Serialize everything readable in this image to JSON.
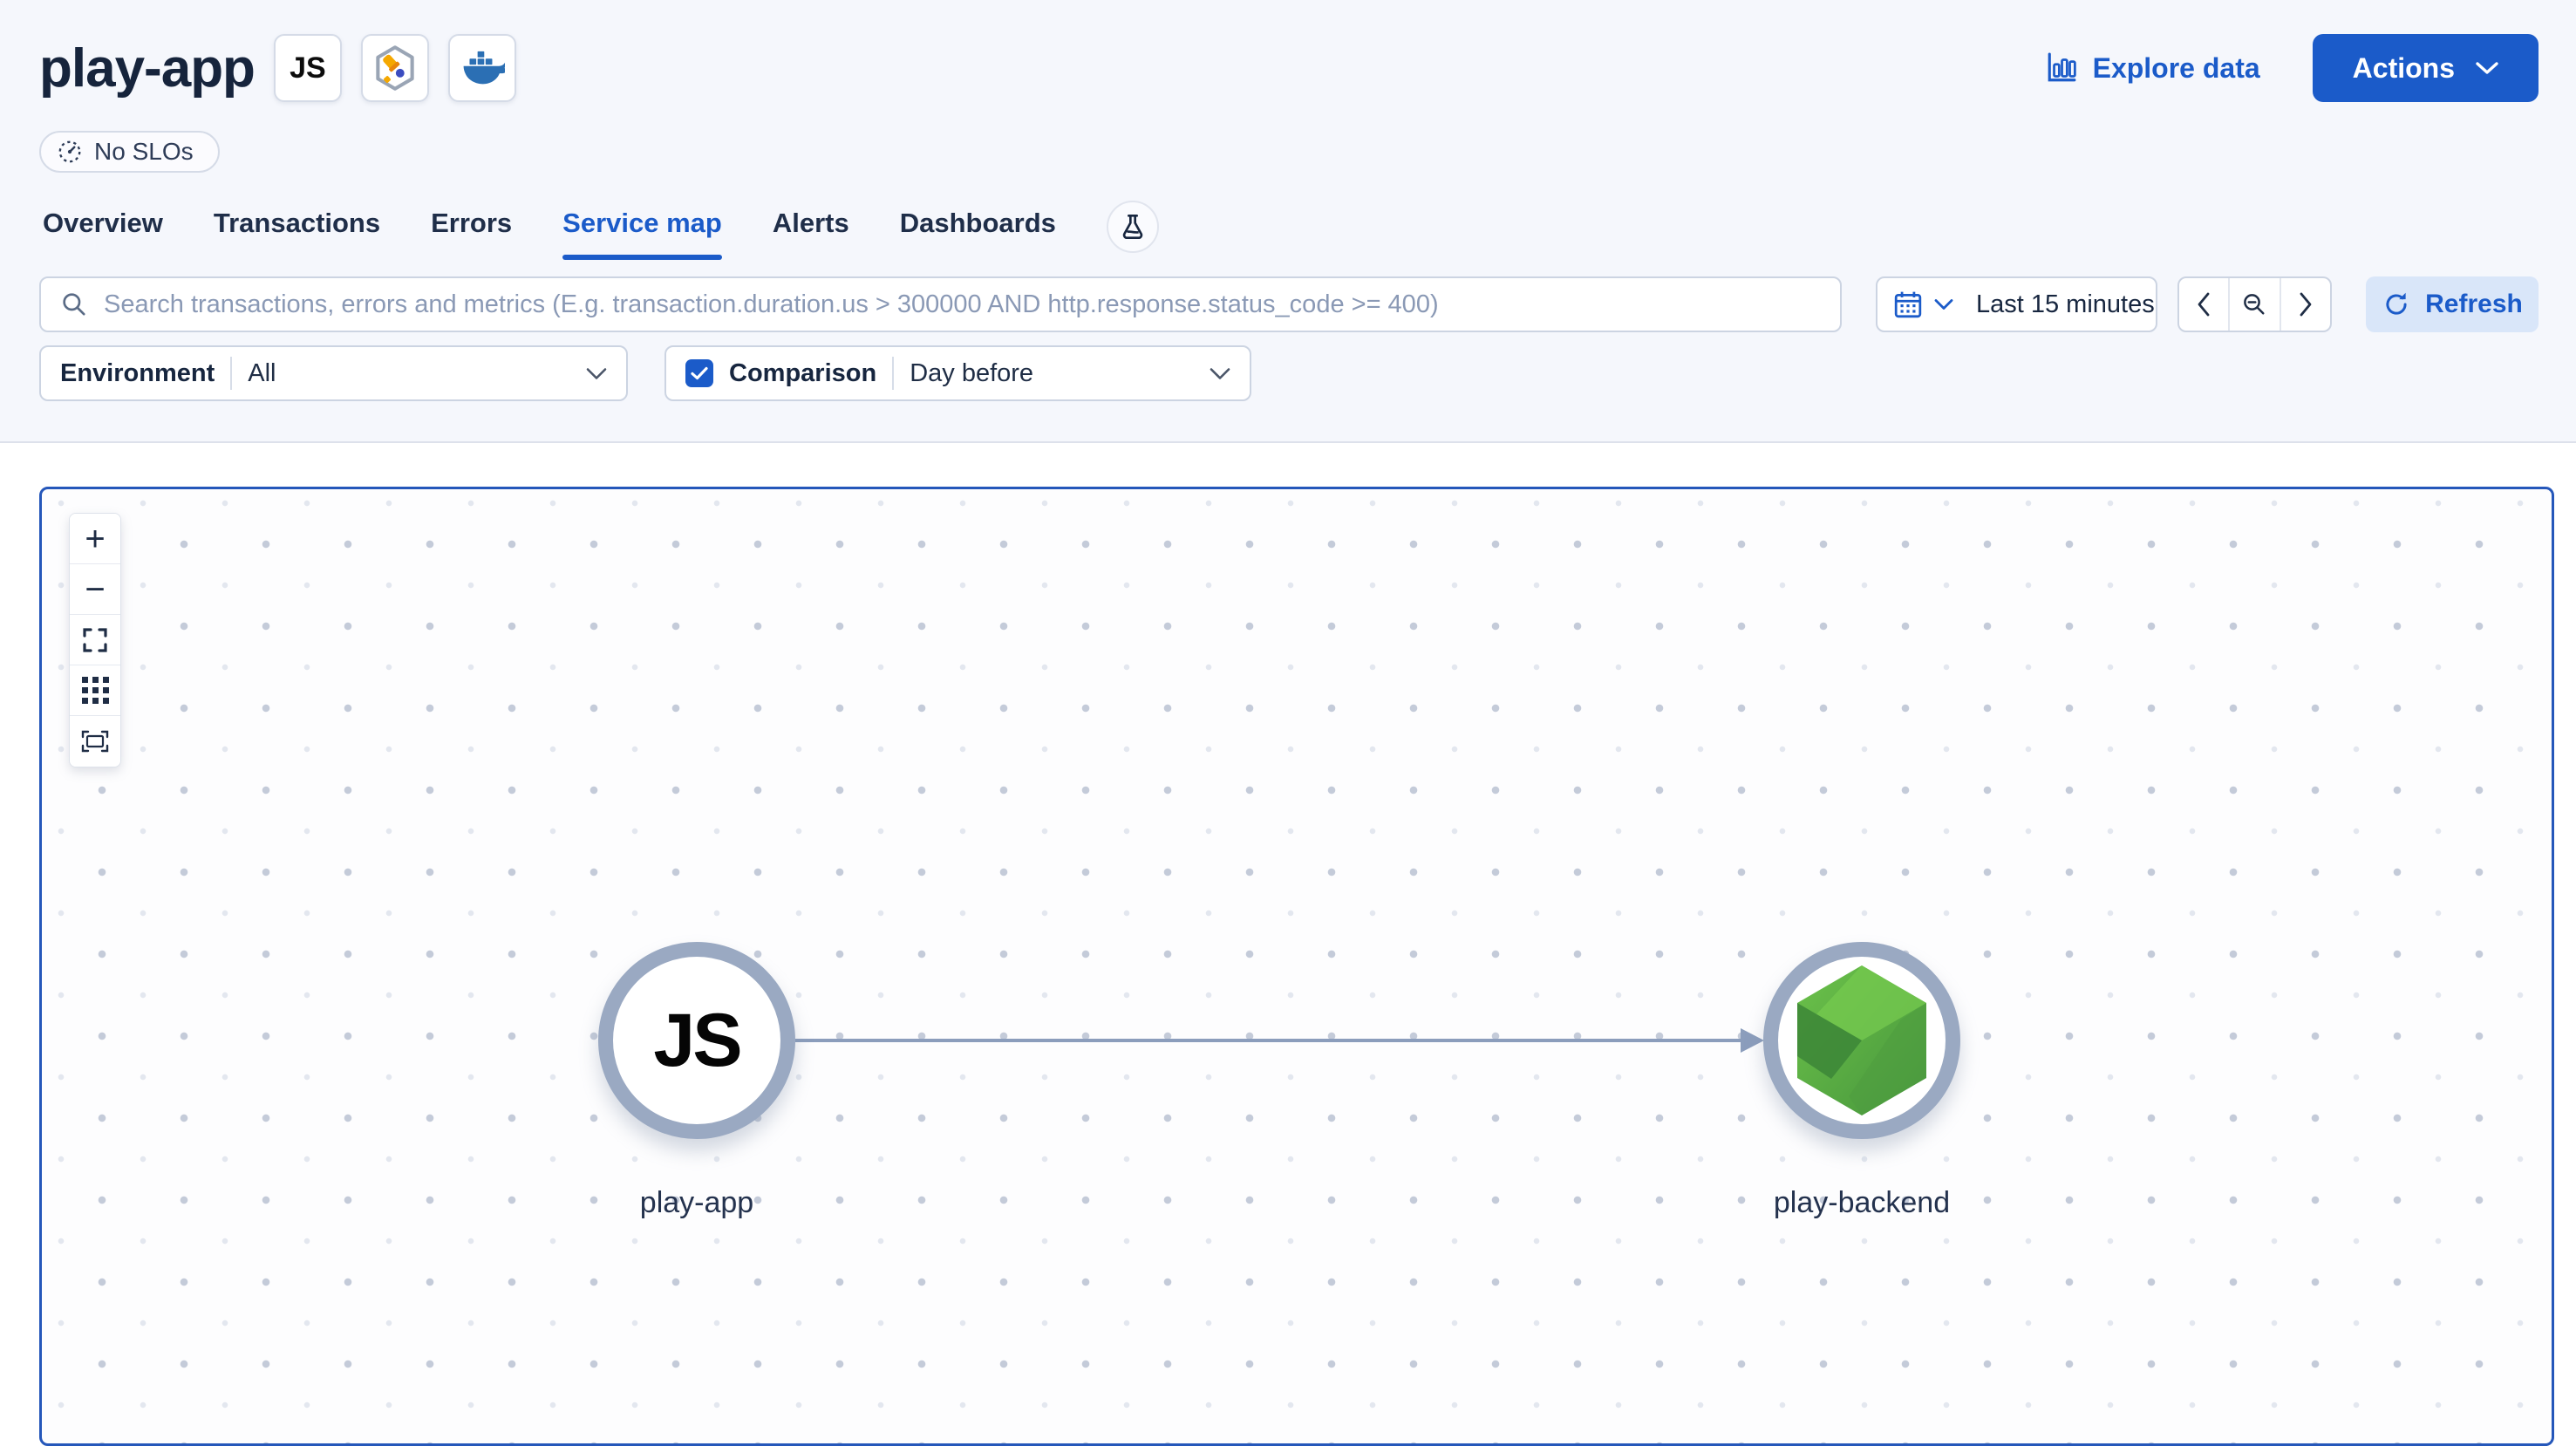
{
  "header": {
    "title": "play-app",
    "agent_badge_label": "JS",
    "slo_badge_label": "No SLOs",
    "explore_data_label": "Explore data",
    "actions_label": "Actions"
  },
  "tabs": {
    "items": [
      {
        "label": "Overview",
        "active": false
      },
      {
        "label": "Transactions",
        "active": false
      },
      {
        "label": "Errors",
        "active": false
      },
      {
        "label": "Service map",
        "active": true
      },
      {
        "label": "Alerts",
        "active": false
      },
      {
        "label": "Dashboards",
        "active": false
      }
    ]
  },
  "toolbar": {
    "search_placeholder": "Search transactions, errors and metrics (E.g. transaction.duration.us > 300000 AND http.response.status_code >= 400)",
    "time_range_label": "Last 15 minutes",
    "refresh_label": "Refresh"
  },
  "filters": {
    "environment_label": "Environment",
    "environment_value": "All",
    "comparison_label": "Comparison",
    "comparison_checked": true,
    "comparison_value": "Day before"
  },
  "service_map": {
    "zoom_controls": [
      "zoom-in",
      "zoom-out",
      "fullscreen",
      "grid",
      "fit-to-view"
    ],
    "nodes": [
      {
        "id": "play-app",
        "label": "play-app",
        "icon": "javascript-icon",
        "agent_text": "JS"
      },
      {
        "id": "play-backend",
        "label": "play-backend",
        "icon": "nodejs-icon"
      }
    ],
    "edges": [
      {
        "from": "play-app",
        "to": "play-backend"
      }
    ]
  },
  "colors": {
    "accent": "#1b5bc9",
    "map_border": "#2557ba",
    "node_ring": "#9aa9c2",
    "edge": "#8b9dbc",
    "nodejs_green": "#4f9c3f",
    "docker_blue": "#2b6fb4",
    "otel_orange": "#f5a800",
    "otel_blue": "#3b4cc0"
  }
}
